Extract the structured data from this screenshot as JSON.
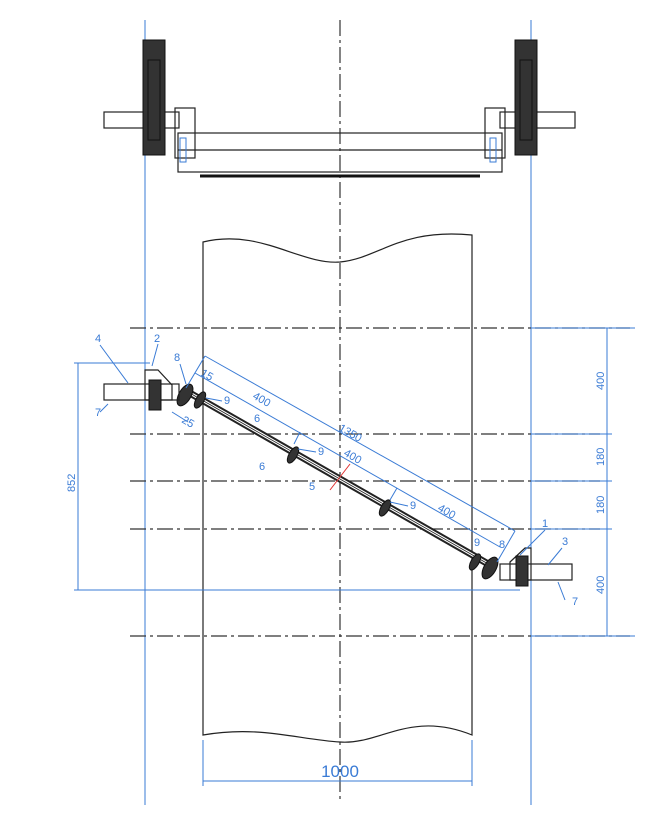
{
  "drawing": {
    "part_labels": [
      "1",
      "2",
      "3",
      "4",
      "5",
      "6",
      "6",
      "7",
      "7",
      "8",
      "8",
      "9",
      "9",
      "9",
      "9"
    ],
    "dimensions": {
      "belt_width": "1000",
      "vertical_span": "852",
      "diagonal_length": "1350",
      "segment_a": "400",
      "segment_b": "400",
      "segment_c": "400",
      "offset_left": "15",
      "offset_small": "25",
      "right_dims": [
        "400",
        "180",
        "180",
        "400"
      ]
    },
    "colors": {
      "dimension": "#3a7bd5",
      "outline": "#222222",
      "center_mark": "#e03030"
    }
  }
}
